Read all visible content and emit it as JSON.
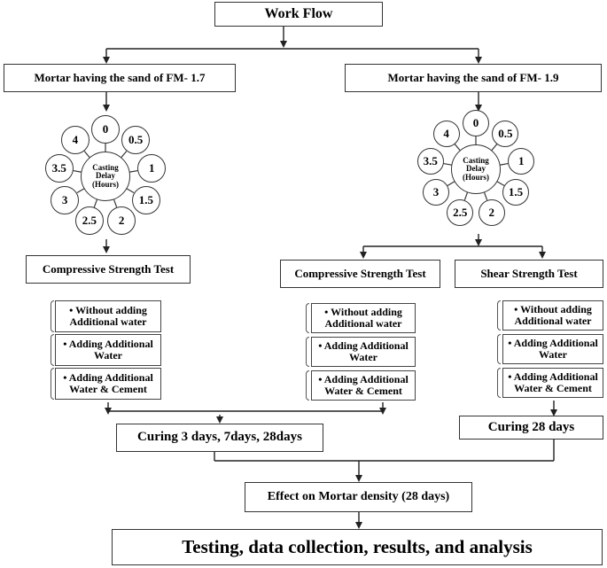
{
  "diagram": {
    "title": "Work Flow",
    "branches": {
      "left": {
        "label": "Mortar having the sand of FM- 1.7"
      },
      "right": {
        "label": "Mortar having the sand of FM- 1.9"
      }
    },
    "casting_delay": {
      "center_label": "Casting Delay (Hours)",
      "values": [
        "0",
        "0.5",
        "1",
        "1.5",
        "2",
        "2.5",
        "3",
        "3.5",
        "4"
      ]
    },
    "tests": {
      "left_compressive": "Compressive Strength Test",
      "right_compressive": "Compressive Strength Test",
      "right_shear": "Shear Strength Test"
    },
    "options": [
      "• Without adding Additional water",
      "• Adding Additional Water",
      "• Adding Additional Water & Cement"
    ],
    "curing_left": "Curing 3 days, 7days, 28days",
    "curing_right": "Curing 28 days",
    "density": "Effect on Mortar density (28 days)",
    "final": "Testing, data collection, results, and analysis"
  }
}
